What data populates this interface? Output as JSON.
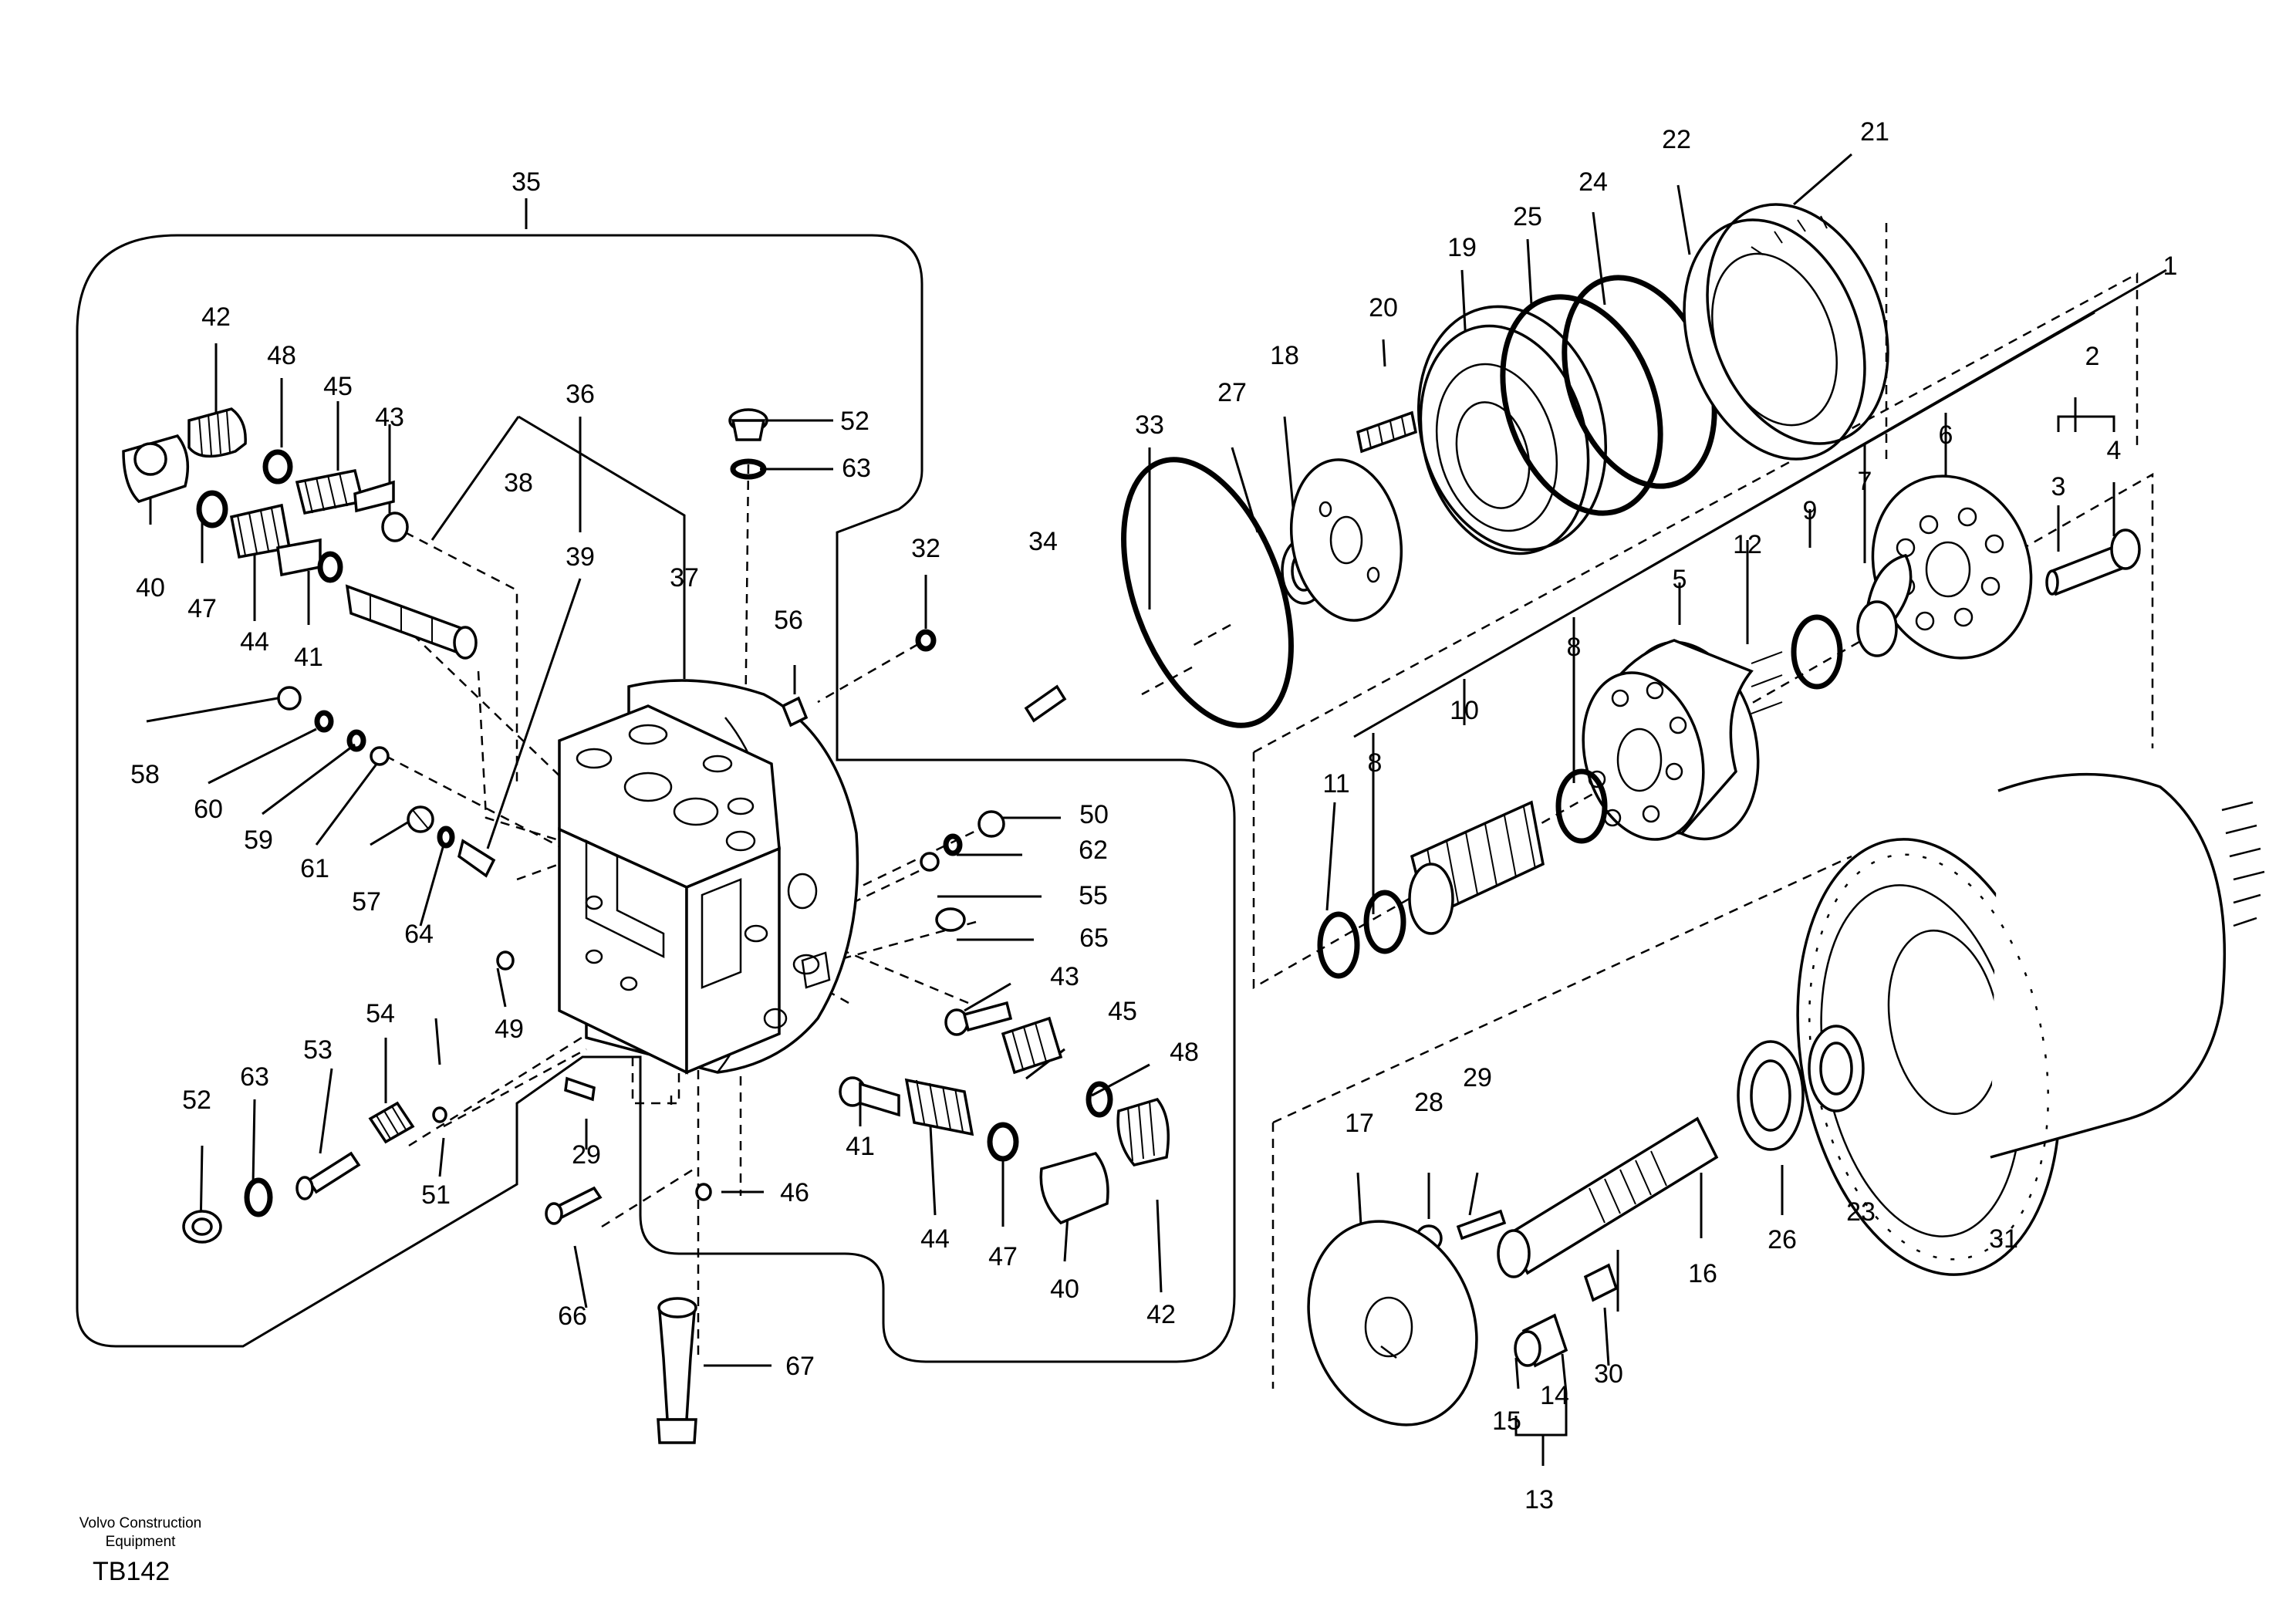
{
  "footer": {
    "brand_line1": "Volvo Construction",
    "brand_line2": "Equipment",
    "drawing_code": "TB142"
  },
  "callouts": [
    "1",
    "2",
    "3",
    "4",
    "5",
    "6",
    "7",
    "8",
    "8",
    "9",
    "10",
    "11",
    "12",
    "13",
    "14",
    "15",
    "16",
    "17",
    "18",
    "19",
    "20",
    "21",
    "22",
    "23",
    "24",
    "25",
    "26",
    "27",
    "28",
    "29",
    "29",
    "30",
    "31",
    "32",
    "33",
    "34",
    "35",
    "36",
    "37",
    "38",
    "39",
    "40",
    "40",
    "41",
    "41",
    "42",
    "42",
    "43",
    "43",
    "44",
    "44",
    "45",
    "45",
    "46",
    "47",
    "47",
    "48",
    "48",
    "49",
    "50",
    "51",
    "52",
    "52",
    "53",
    "54",
    "55",
    "56",
    "57",
    "58",
    "59",
    "60",
    "61",
    "62",
    "63",
    "63",
    "64",
    "65",
    "66",
    "67"
  ]
}
